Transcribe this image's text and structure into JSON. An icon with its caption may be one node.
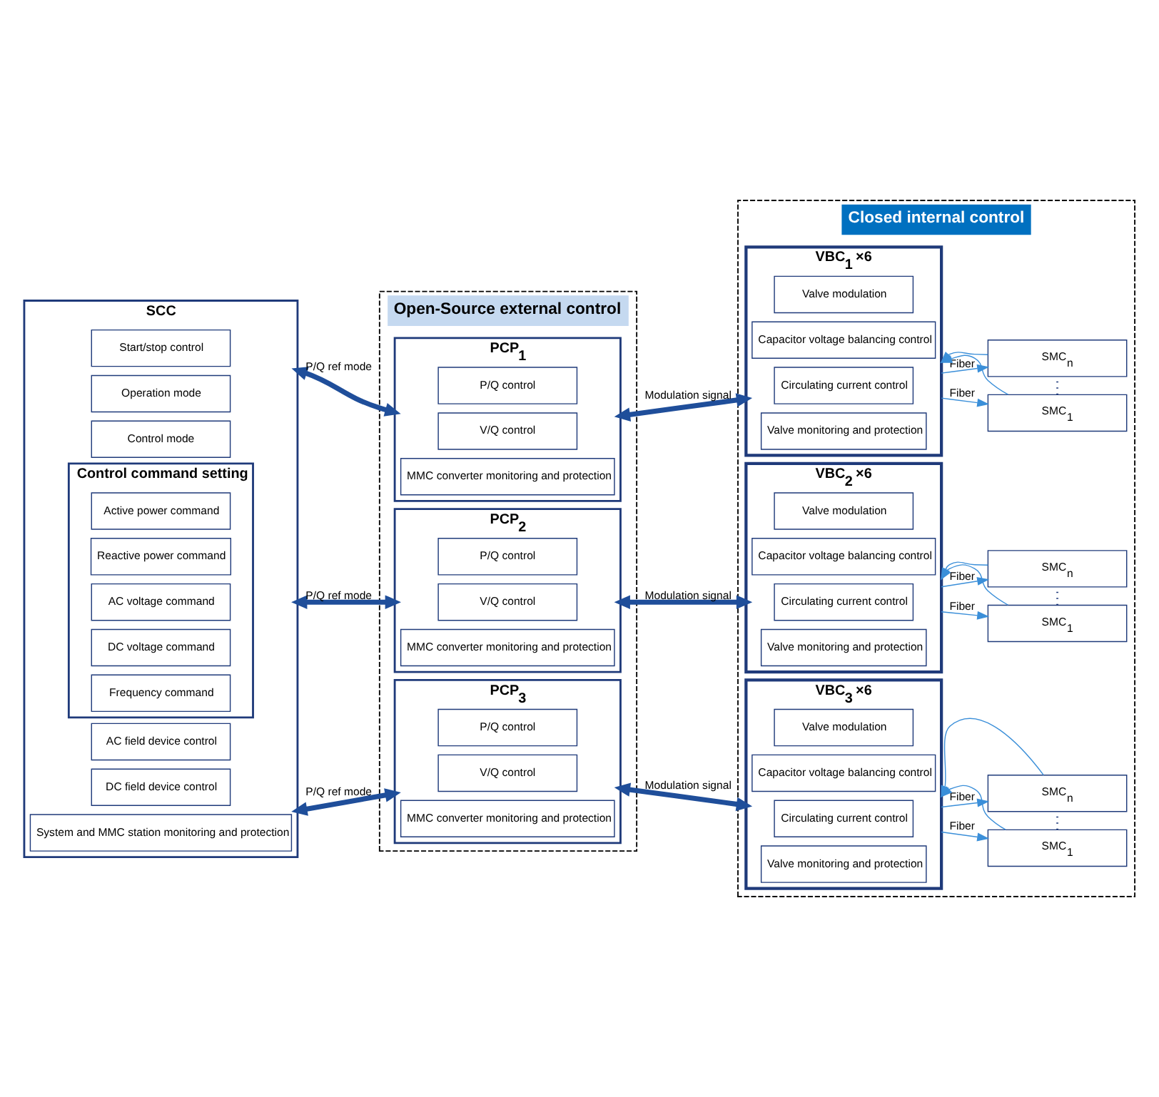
{
  "diagram": {
    "nodes": [
      {
        "text": [
          "SCC"
        ]
      },
      {
        "text": [
          "Operation mode"
        ],
        "in": 0
      },
      {
        "text": [
          "Control mode"
        ],
        "in": 0
      },
      {
        "text": [
          "Start/stop control"
        ],
        "in": 0
      },
      {
        "text": [
          "AC field device control"
        ],
        "in": 0
      },
      {
        "text": [
          "DC field device control"
        ],
        "in": 0
      },
      {
        "text": [
          "Control command setting"
        ],
        "in": 0
      },
      {
        "text": [
          "Active power command"
        ],
        "in": 6
      },
      {
        "text": [
          "Reactive power command"
        ],
        "in": 6
      },
      {
        "text": [
          "AC voltage command"
        ],
        "in": 6
      },
      {
        "text": [
          "DC voltage command"
        ],
        "in": 6
      },
      {
        "text": [
          "Frequency command"
        ],
        "in": 6
      },
      {
        "text": [
          "System and MMC station monitoring and protection"
        ],
        "in": 0
      },
      {
        "text": [
          "Open-Source external control"
        ]
      },
      {
        "text": [
          "PCP$_{1}$"
        ],
        "in": 13
      },
      {
        "text": [
          "P/Q control"
        ],
        "in": 14
      },
      {
        "text": [
          "V/Q control"
        ],
        "in": 14
      },
      {
        "text": [
          "MMC converter monitoring and protection"
        ],
        "in": 14
      },
      {
        "text": [
          "PCP$_{2}$"
        ],
        "in": 13
      },
      {
        "text": [
          "P/Q control"
        ],
        "in": 18
      },
      {
        "text": [
          "V/Q control"
        ],
        "in": 18
      },
      {
        "text": [
          "MMC converter monitoring and protection"
        ],
        "in": 18
      },
      {
        "text": [
          "PCP$_{3}$"
        ],
        "in": 13
      },
      {
        "text": [
          "P/Q control"
        ],
        "in": 22
      },
      {
        "text": [
          "V/Q control"
        ],
        "in": 22
      },
      {
        "text": [
          "MMC converter monitoring and protection"
        ],
        "in": 22
      },
      {
        "text": [
          "Closed internal control"
        ]
      },
      {
        "text": [
          "VBC$_{1}$ ×6"
        ],
        "in": 26
      },
      {
        "text": [
          "Valve modulation"
        ],
        "in": 27
      },
      {
        "text": [
          "Capacitor voltage balancing control"
        ],
        "in": 27
      },
      {
        "text": [
          "Circulating current control"
        ],
        "in": 27
      },
      {
        "text": [
          "Valve monitoring and protection"
        ],
        "in": 27
      },
      {
        "text": [
          "SMC$_{1}$"
        ],
        "in": 26
      },
      {
        "text": [
          "SMC$_{n}$"
        ],
        "in": 26
      },
      {
        "text": [
          "VBC$_{2}$ ×6"
        ],
        "in": 26
      },
      {
        "text": [
          "Valve modulation"
        ],
        "in": 34
      },
      {
        "text": [
          "Capacitor voltage balancing control"
        ],
        "in": 34
      },
      {
        "text": [
          "Circulating current control"
        ],
        "in": 34
      },
      {
        "text": [
          "Valve monitoring and protection"
        ],
        "in": 34
      },
      {
        "text": [
          "SMC$_{1}$"
        ],
        "in": 26
      },
      {
        "text": [
          "SMC$_{n}$"
        ],
        "in": 26
      },
      {
        "text": [
          "VBC$_{3}$ ×6"
        ],
        "in": 26
      },
      {
        "text": [
          "Valve modulation"
        ],
        "in": 41
      },
      {
        "text": [
          "Capacitor voltage balancing control"
        ],
        "in": 41
      },
      {
        "text": [
          "Circulating current control"
        ],
        "in": 41
      },
      {
        "text": [
          "Valve monitoring and protection"
        ],
        "in": 41
      },
      {
        "text": [
          "SMC$_{1}$"
        ],
        "in": 26
      },
      {
        "text": [
          "SMC$_{n}$"
        ],
        "in": 26
      }
    ],
    "edges": [
      {
        "from": 0,
        "to": 14,
        "arrow": "both",
        "label": "P/Q ref mode",
        "style": "thick",
        "color": "#1f4e9a"
      },
      {
        "from": 0,
        "to": 18,
        "arrow": "both",
        "label": "P/Q ref mode",
        "style": "thick",
        "color": "#1f4e9a"
      },
      {
        "from": 0,
        "to": 22,
        "arrow": "both",
        "label": "P/Q ref mode",
        "style": "thick",
        "color": "#1f4e9a"
      },
      {
        "from": 14,
        "to": 27,
        "arrow": "both",
        "label": "Modulation signal",
        "style": "thick",
        "color": "#1f4e9a"
      },
      {
        "from": 18,
        "to": 34,
        "arrow": "both",
        "label": "Modulation signal",
        "style": "thick",
        "color": "#1f4e9a"
      },
      {
        "from": 22,
        "to": 41,
        "arrow": "both",
        "label": "Modulation signal",
        "style": "thick",
        "color": "#1f4e9a"
      },
      {
        "from": 27,
        "to": 32,
        "arrow": "to",
        "label": "Fiber"
      },
      {
        "from": 32,
        "to": 27,
        "arrow": "to"
      },
      {
        "from": 27,
        "to": 33,
        "arrow": "to",
        "label": "Fiber"
      },
      {
        "from": 33,
        "to": 27,
        "arrow": "to"
      },
      {
        "from": 32,
        "to": 33,
        "arrow": "none",
        "style": "dashed",
        "color": "#1f3a7a"
      },
      {
        "from": 34,
        "to": 39,
        "arrow": "to",
        "label": "Fiber"
      },
      {
        "from": 39,
        "to": 34,
        "arrow": "to"
      },
      {
        "from": 34,
        "to": 40,
        "arrow": "to",
        "label": "Fiber"
      },
      {
        "from": 40,
        "to": 34,
        "arrow": "to"
      },
      {
        "from": 39,
        "to": 40,
        "arrow": "none",
        "style": "dashed",
        "color": "#1f3a7a"
      },
      {
        "from": 41,
        "to": 46,
        "arrow": "to",
        "label": "Fiber"
      },
      {
        "from": 46,
        "to": 41,
        "arrow": "to"
      },
      {
        "from": 41,
        "to": 47,
        "arrow": "to",
        "label": "Fiber"
      },
      {
        "from": 47,
        "to": 41,
        "arrow": "to"
      },
      {
        "from": 46,
        "to": 47,
        "arrow": "none",
        "style": "dashed",
        "color": "#1f3a7a"
      }
    ]
  }
}
